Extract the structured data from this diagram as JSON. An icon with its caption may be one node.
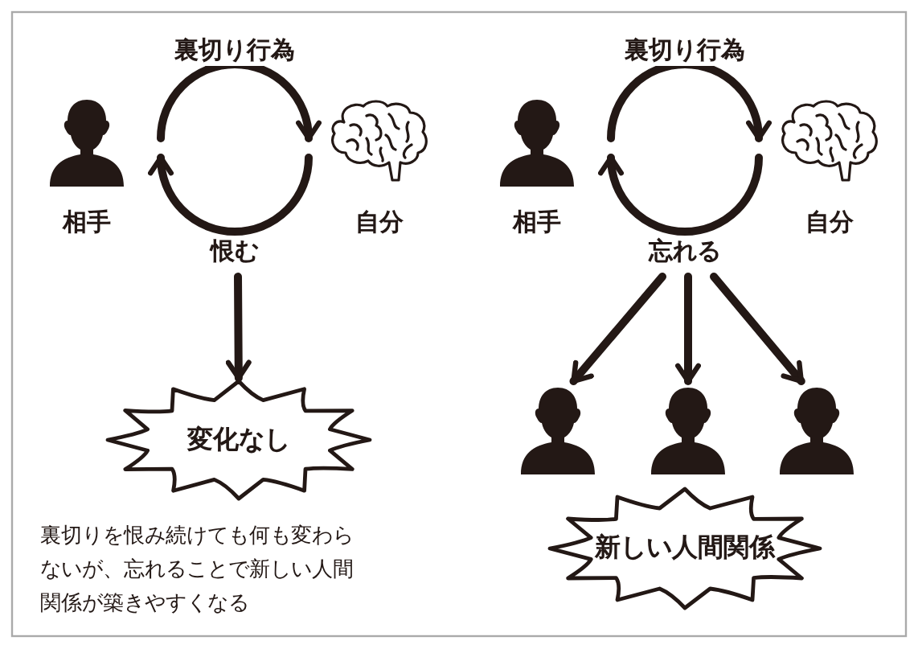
{
  "diagram": {
    "nodes": [
      {
        "text": [
          "相手"
        ]
      },
      {
        "text": [
          "自分"
        ]
      },
      {
        "text": [
          "変化なし"
        ]
      },
      {
        "text": [
          "相手"
        ]
      },
      {
        "text": [
          "自分"
        ]
      },
      {
        "text": [],
        "shape": "person"
      },
      {
        "text": [],
        "shape": "person"
      },
      {
        "text": [],
        "shape": "person"
      },
      {
        "text": [
          "新しい人間関係"
        ]
      }
    ],
    "edges": [
      {
        "from": 0,
        "to": 1,
        "arrow": "to",
        "label": "裏切り行為"
      },
      {
        "from": 1,
        "to": 0,
        "arrow": "to",
        "label": "恨む"
      },
      {
        "from": null,
        "to": 2,
        "arrow": "to"
      },
      {
        "from": 3,
        "to": 4,
        "arrow": "to",
        "label": "裏切り行為"
      },
      {
        "from": 4,
        "to": 3,
        "arrow": "to",
        "label": "忘れる"
      },
      {
        "from": null,
        "to": 5,
        "arrow": "to"
      },
      {
        "from": null,
        "to": 6,
        "arrow": "to"
      },
      {
        "from": null,
        "to": 7,
        "arrow": "to"
      }
    ],
    "labels": [
      "裏切りを恨み続けても何も変わらないが、忘れることで新しい人間関係が築きやすくなる"
    ]
  }
}
